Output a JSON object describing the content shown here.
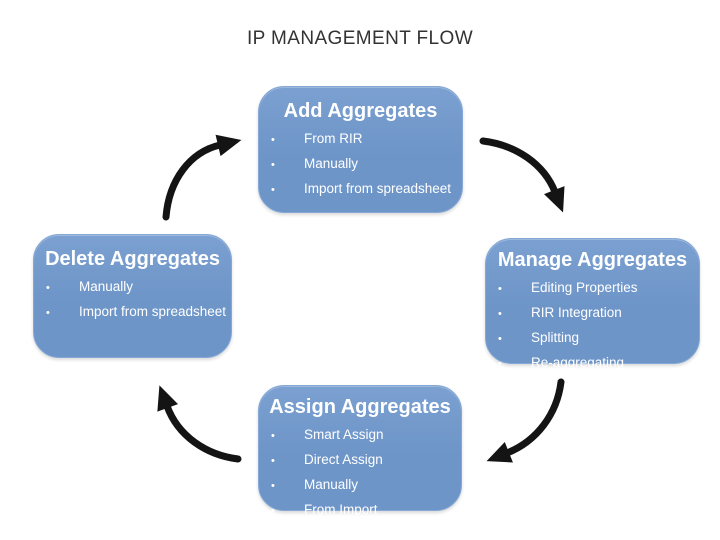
{
  "page_title": "IP MANAGEMENT FLOW",
  "bullet_char": "•",
  "colors": {
    "box_fill": "#6e95c8",
    "box_fill_top": "#7ba0d1",
    "box_border": "#85a8d6",
    "box_text": "#ffffff",
    "arrow": "#141414",
    "title_text": "#333333",
    "background": "#ffffff"
  },
  "boxes": [
    {
      "key": "add",
      "title": "Add Aggregates",
      "items": [
        "From RIR",
        "Manually",
        "Import from spreadsheet"
      ]
    },
    {
      "key": "manage",
      "title": "Manage Aggregates",
      "items": [
        "Editing Properties",
        "RIR Integration",
        "Splitting",
        "Re-aggregating"
      ]
    },
    {
      "key": "assign",
      "title": "Assign Aggregates",
      "items": [
        "Smart Assign",
        "Direct Assign",
        "Manually",
        "From Import"
      ]
    },
    {
      "key": "delete",
      "title": "Delete Aggregates",
      "items": [
        "Manually",
        "Import from spreadsheet"
      ]
    }
  ],
  "arrows": [
    {
      "name": "delete-to-add",
      "from": "Delete Aggregates",
      "to": "Add Aggregates"
    },
    {
      "name": "add-to-manage",
      "from": "Add Aggregates",
      "to": "Manage Aggregates"
    },
    {
      "name": "manage-to-assign",
      "from": "Manage Aggregates",
      "to": "Assign Aggregates"
    },
    {
      "name": "assign-to-delete",
      "from": "Assign Aggregates",
      "to": "Delete Aggregates"
    }
  ]
}
